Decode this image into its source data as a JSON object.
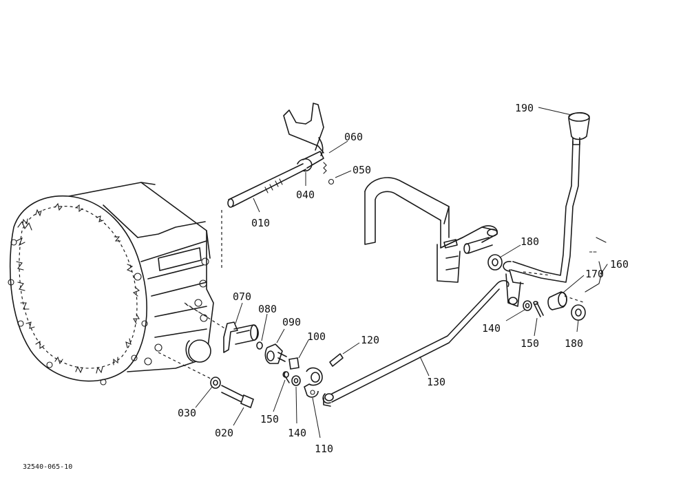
{
  "diagram": {
    "reference_code": "32540-065-10",
    "labels": {
      "p010": "010",
      "p020": "020",
      "p030": "030",
      "p040": "040",
      "p050": "050",
      "p060": "060",
      "p070": "070",
      "p080": "080",
      "p090": "090",
      "p100": "100",
      "p110": "110",
      "p120": "120",
      "p130": "130",
      "p140a": "140",
      "p140b": "140",
      "p150a": "150",
      "p150b": "150",
      "p160": "160",
      "p170": "170",
      "p180a": "180",
      "p180b": "180",
      "p190": "190"
    }
  }
}
